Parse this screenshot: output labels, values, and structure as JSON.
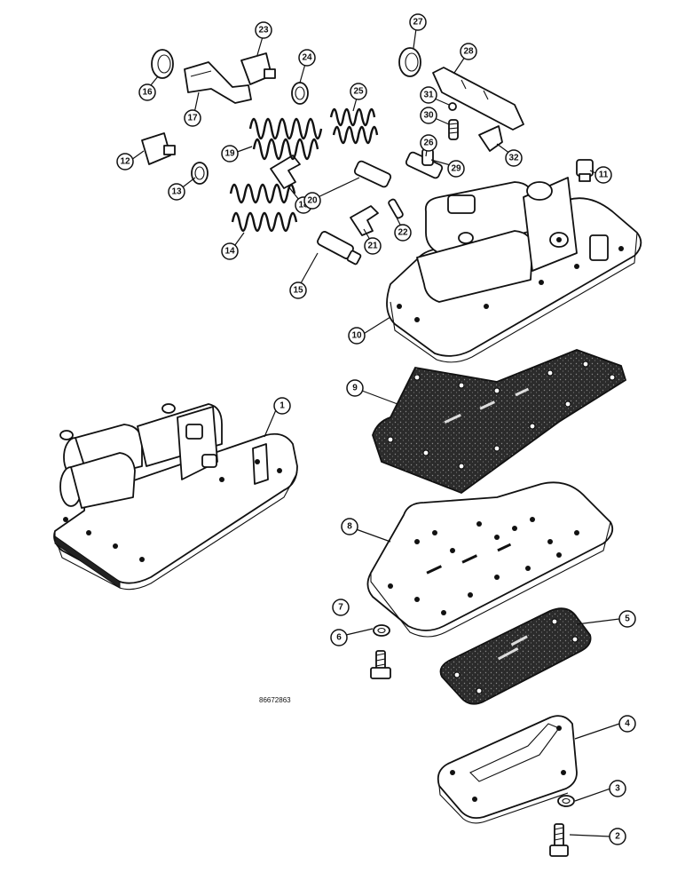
{
  "callouts": [
    "1",
    "2",
    "3",
    "4",
    "5",
    "6",
    "7",
    "8",
    "9",
    "10",
    "11",
    "12",
    "13",
    "14",
    "15",
    "16",
    "17",
    "18",
    "19",
    "20",
    "21",
    "22",
    "23",
    "24",
    "25",
    "26",
    "27",
    "28",
    "29",
    "30",
    "31",
    "32"
  ],
  "reference_number": "86672863"
}
